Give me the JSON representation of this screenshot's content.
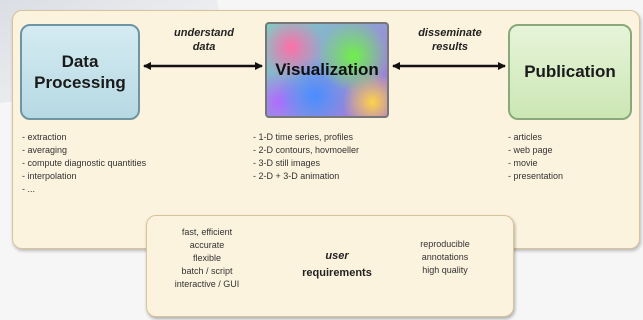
{
  "boxes": {
    "data_processing": "Data Processing",
    "visualization": "Visualization",
    "publication": "Publication"
  },
  "arrows": {
    "understand": [
      "understand",
      "data"
    ],
    "disseminate": [
      "disseminate",
      "results"
    ]
  },
  "lists": {
    "data_processing": [
      "- extraction",
      "- averaging",
      "- compute diagnostic quantities",
      "- interpolation",
      "- ..."
    ],
    "visualization": [
      "- 1-D time series, profiles",
      "- 2-D contours, hovmoeller",
      "- 3-D still images",
      "- 2-D + 3-D animation"
    ],
    "publication": [
      "- articles",
      "- web page",
      "- movie",
      "- presentation"
    ]
  },
  "requirements": {
    "left": [
      "fast, efficient",
      "accurate",
      "flexible",
      "batch / script",
      "interactive / GUI"
    ],
    "center": [
      "user",
      "requirements"
    ],
    "right": [
      "reproducible",
      "annotations",
      "high quality"
    ]
  },
  "colors": {
    "panel_bg": "#fcf3de",
    "data_box": "#c6e3ec",
    "publication_box": "#d8edc6",
    "arrow": "#111111"
  }
}
